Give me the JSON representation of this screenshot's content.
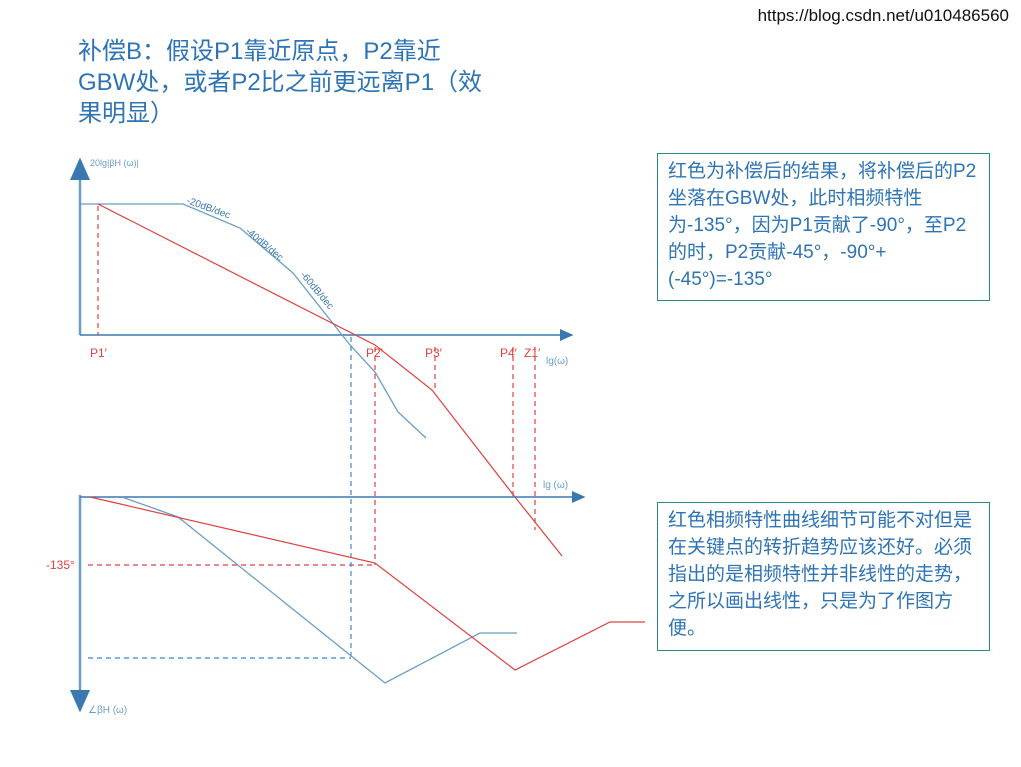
{
  "url": "https://blog.csdn.net/u010486560",
  "title": "补偿B：假设P1靠近原点，P2靠近GBW处，或者P2比之前更远离P1（效果明显）",
  "note1": "红色为补偿后的结果，将补偿后的P2坐落在GBW处，此时相频特性为-135°，因为P1贡献了-90°，至P2的时，P2贡献-45°，-90°+(-45°)=-135°",
  "note2": "红色相频特性曲线细节可能不对但是在关键点的转折趋势应该还好。必须指出的是相频特性并非线性的走势，之所以画出线性，只是为了作图方便。",
  "magnitude_plot": {
    "y_label": "20lg|βH (ω)|",
    "x_label": "lg(ω)",
    "slopes": [
      "-20dB/dec",
      "-40dB/dec",
      "-60dB/dec"
    ],
    "poles": [
      "P1′",
      "P2′",
      "P3′",
      "P4′",
      "Z1′"
    ]
  },
  "phase_plot": {
    "y_label": "∠βH (ω)",
    "x_label": "lg (ω)",
    "marker": "-135°"
  },
  "colors": {
    "original": "#6a9ec8",
    "compensated": "#e04040",
    "axis": "#3a78b0",
    "text": "#2e74b5"
  }
}
